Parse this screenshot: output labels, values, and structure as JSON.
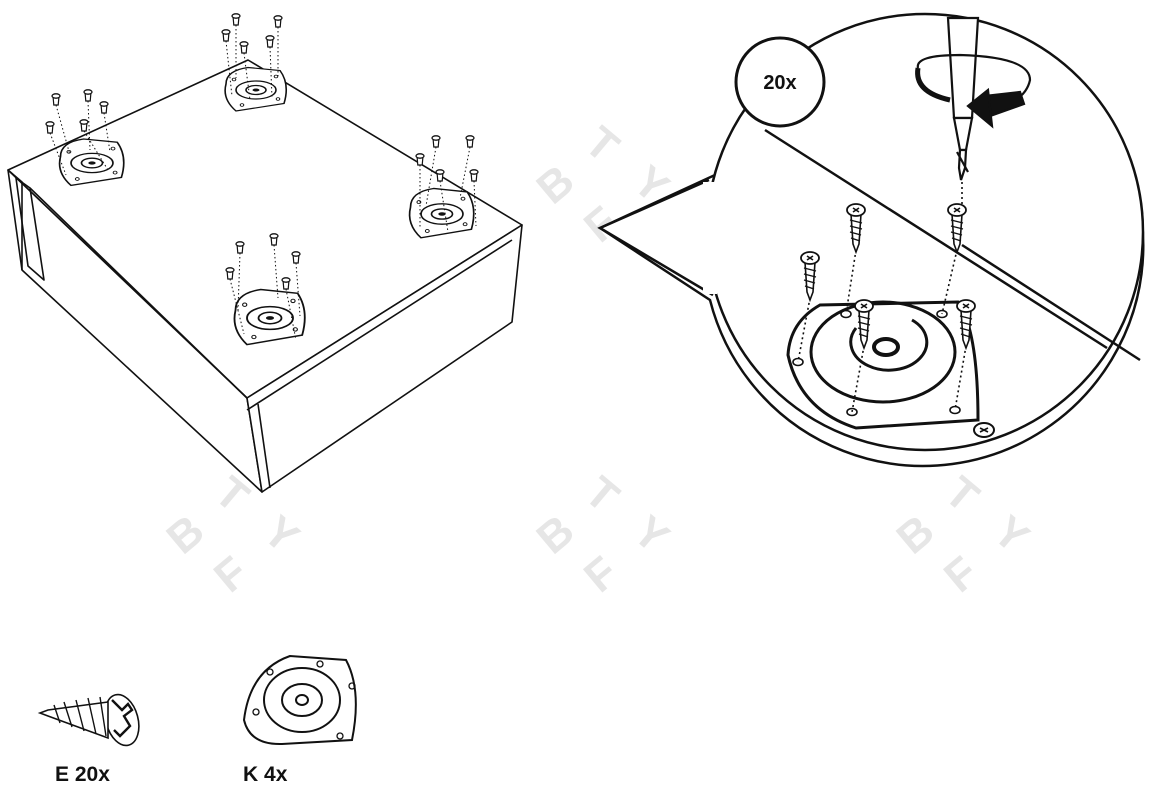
{
  "watermark": {
    "letters": [
      "B",
      "T",
      "F",
      "Y"
    ],
    "color": "#e6e6e6"
  },
  "detail": {
    "count_badge": "20x"
  },
  "parts": [
    {
      "letter": "E",
      "quantity": "20x",
      "icon": "screw-icon"
    },
    {
      "letter": "K",
      "quantity": "4x",
      "icon": "mounting-plate-icon"
    }
  ],
  "colors": {
    "line": "#111111",
    "background": "#ffffff"
  }
}
